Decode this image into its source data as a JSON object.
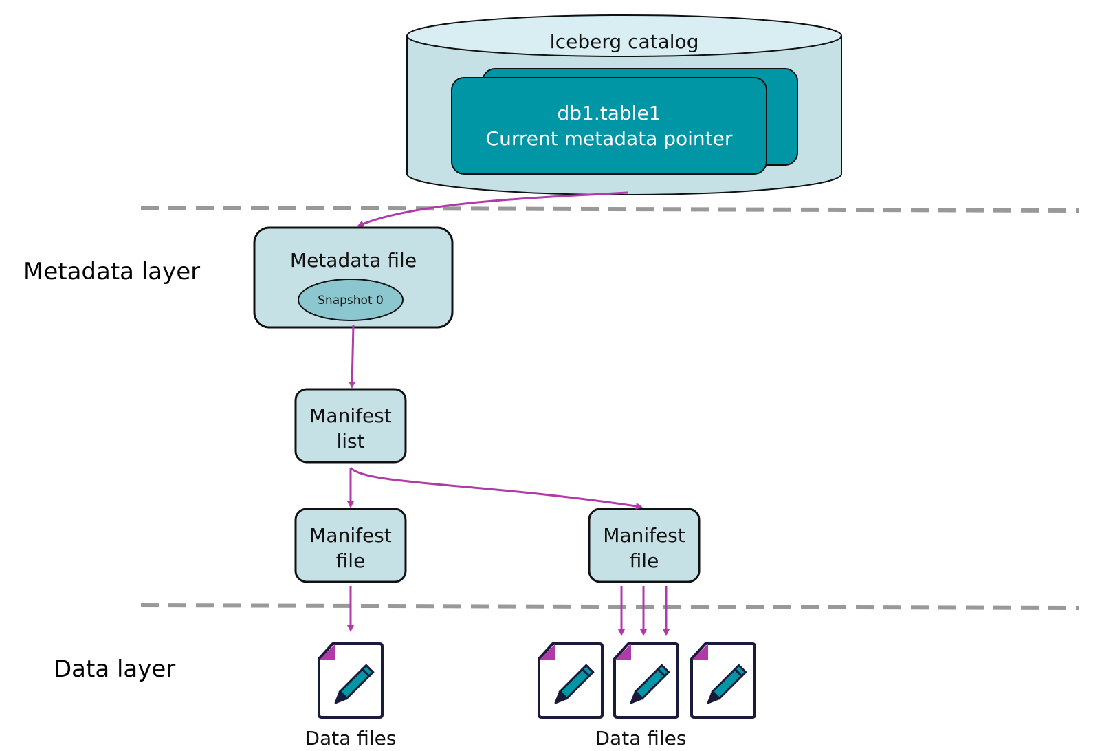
{
  "catalog": {
    "title": "Iceberg catalog",
    "pointer_line1": "db1.table1",
    "pointer_line2": "Current metadata pointer"
  },
  "layers": {
    "metadata": "Metadata layer",
    "data": "Data layer"
  },
  "metadata_file": {
    "title": "Metadata file",
    "snapshot": "Snapshot 0"
  },
  "manifest_list": {
    "line1": "Manifest",
    "line2": "list"
  },
  "manifest_files": [
    {
      "line1": "Manifest",
      "line2": "file"
    },
    {
      "line1": "Manifest",
      "line2": "file"
    }
  ],
  "data_file_groups": [
    {
      "label": "Data files",
      "count": 1
    },
    {
      "label": "Data files",
      "count": 3
    }
  ],
  "icons": {
    "data_file": "document-edit-icon"
  },
  "colors": {
    "box_fill": "#c5e1e6",
    "box_border": "#111111",
    "pointer_fill": "#0096a6",
    "arrow": "#b03aa8",
    "divider": "#999999",
    "snapshot_fill": "#8cc7cf"
  }
}
